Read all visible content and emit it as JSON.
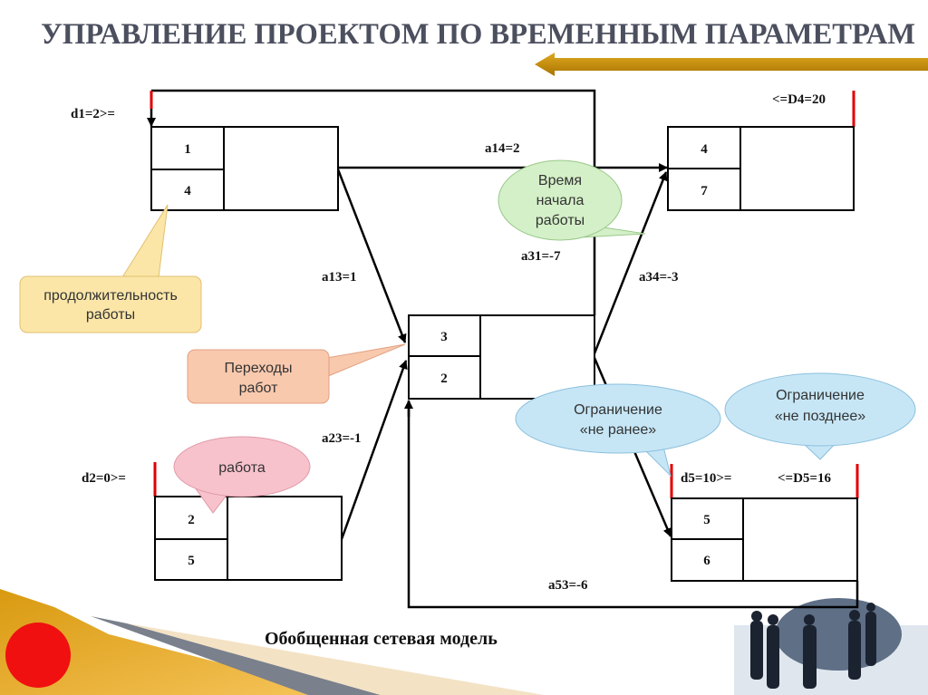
{
  "title": "УПРАВЛЕНИЕ ПРОЕКТОМ ПО ВРЕМЕННЫМ ПАРАМЕТРАМ",
  "caption": "Обобщенная сетевая модель",
  "nodes": [
    {
      "id": "1",
      "duration": "4"
    },
    {
      "id": "2",
      "duration": "5"
    },
    {
      "id": "3",
      "duration": "2"
    },
    {
      "id": "4",
      "duration": "7"
    },
    {
      "id": "5",
      "duration": "6"
    }
  ],
  "labels": {
    "d1": "d1=2>=",
    "D4": "<=D4=20",
    "d2": "d2=0>=",
    "d5": "d5=10>=",
    "D5": "<=D5=16",
    "a14": "a14=2",
    "a13": "a13=1",
    "a31": "a31=-7",
    "a34": "a34=-3",
    "a23": "a23=-1",
    "a53": "a53=-6"
  },
  "callouts": {
    "start_time": [
      "Время",
      "начала",
      "работы"
    ],
    "duration": [
      "продолжительность",
      "работы"
    ],
    "transitions": [
      "Переходы",
      "работ"
    ],
    "work": "работа",
    "not_earlier": [
      "Ограничение",
      "«не ранее»"
    ],
    "not_later": [
      "Ограничение",
      "«не позднее»"
    ]
  },
  "colors": {
    "accent_gold": "#c8900a",
    "red": "#e00000",
    "title": "#4b4f5e"
  }
}
